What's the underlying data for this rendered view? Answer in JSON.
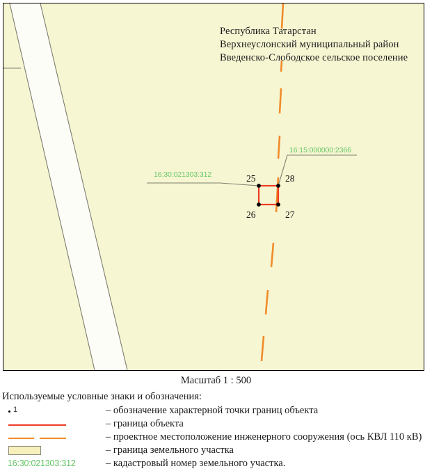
{
  "map": {
    "header_lines": [
      "Республика Татарстан",
      "Верхнеуслонский  муниципальный район",
      "Введенско-Слободское  сельское поселение"
    ],
    "cadastral_labels": {
      "left": "16:30:021303:312",
      "right": "16:15:000000:2366"
    },
    "point_labels": {
      "top_left": "25",
      "top_right": "28",
      "bottom_left": "26",
      "bottom_right": "27"
    },
    "colors": {
      "parcel_fill": "#f7f6d3",
      "road_fill": "#fdfdf8",
      "boundary_red": "#ee3b24",
      "engineering_orange": "#f08b2a",
      "cadastral_green": "#63c463",
      "line_gray": "#7d7d6e",
      "vertex_black": "#000000"
    }
  },
  "scale_caption": "Масштаб 1 : 500",
  "legend": {
    "title": "Используемые условные знаки и обозначения:",
    "point_symbol_number": "1",
    "rows": [
      {
        "symbol": "point-marker",
        "description": "– обозначение характерной точки границ объекта"
      },
      {
        "symbol": "solid-red-line",
        "description": "– граница объекта"
      },
      {
        "symbol": "dashed-orange-line",
        "description": "– проектное местоположение инженерного сооружения (ось КВЛ 110 кВ)"
      },
      {
        "symbol": "parcel-fill-box",
        "description": "– граница земельного участка"
      },
      {
        "symbol": "cadastral-number",
        "description": "– кадастровый номер земельного участка."
      }
    ],
    "cadastral_sample": "16:30:021303:312"
  }
}
